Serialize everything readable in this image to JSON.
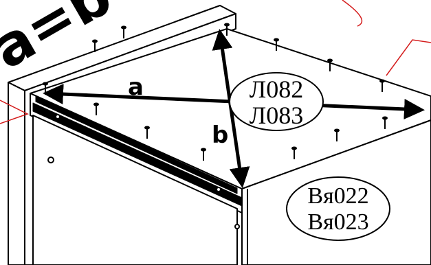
{
  "equation": {
    "text": "a=b"
  },
  "diagonals": {
    "a": {
      "label": "a"
    },
    "b": {
      "label": "b"
    }
  },
  "callouts": {
    "back_panel": {
      "line1": "Л082",
      "line2": "Л083"
    },
    "side_panel": {
      "line1": "Вя022",
      "line2": "Вя023"
    }
  },
  "icons": {
    "nail": "nail-icon",
    "screw": "screw-head-icon",
    "arrowhead": "arrowhead-icon"
  },
  "colors": {
    "ink": "#000000",
    "marker": "#d41c1c",
    "background": "#ffffff"
  }
}
